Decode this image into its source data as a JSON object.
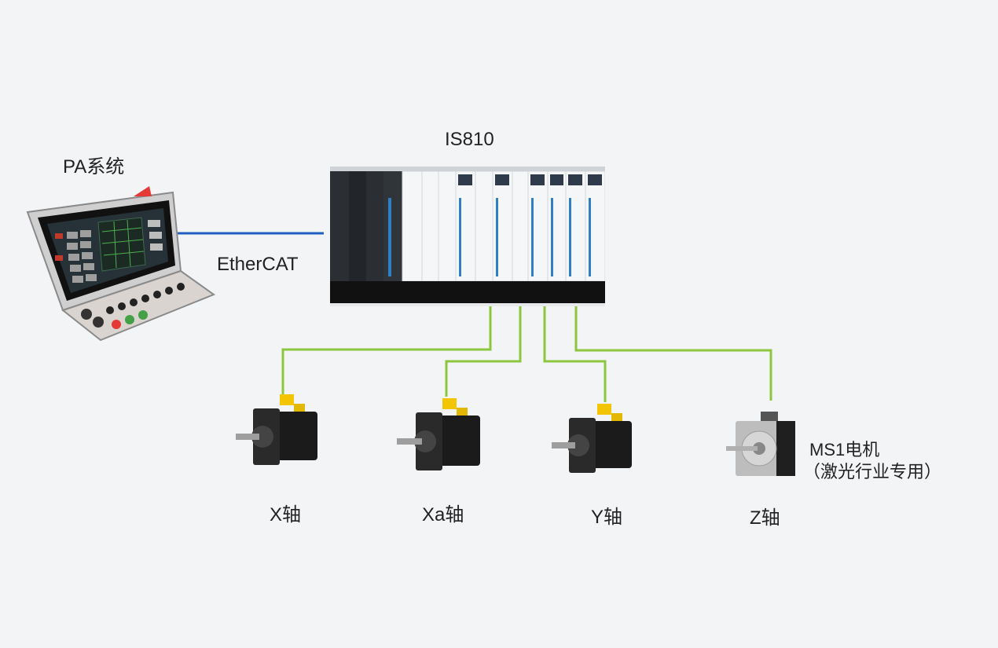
{
  "controller": {
    "label": "PA系统"
  },
  "drive_rack": {
    "label": "IS810"
  },
  "bus": {
    "label": "EtherCAT",
    "color": "#1f5fbf"
  },
  "axis_wire_color": "#8cc63f",
  "motors": [
    {
      "id": "x",
      "label": "X轴"
    },
    {
      "id": "xa",
      "label": "Xa轴"
    },
    {
      "id": "y",
      "label": "Y轴"
    },
    {
      "id": "z",
      "label": "Z轴",
      "note_line1": "MS1电机",
      "note_line2": "（激光行业专用）"
    }
  ],
  "colors": {
    "background": "#f3f4f6",
    "module_dark": "#2b2f33",
    "module_light": "#f4f6f8",
    "module_stripe": "#2f7fc1",
    "motor_body": "#1b1b1b",
    "connector": "#f2c500"
  }
}
